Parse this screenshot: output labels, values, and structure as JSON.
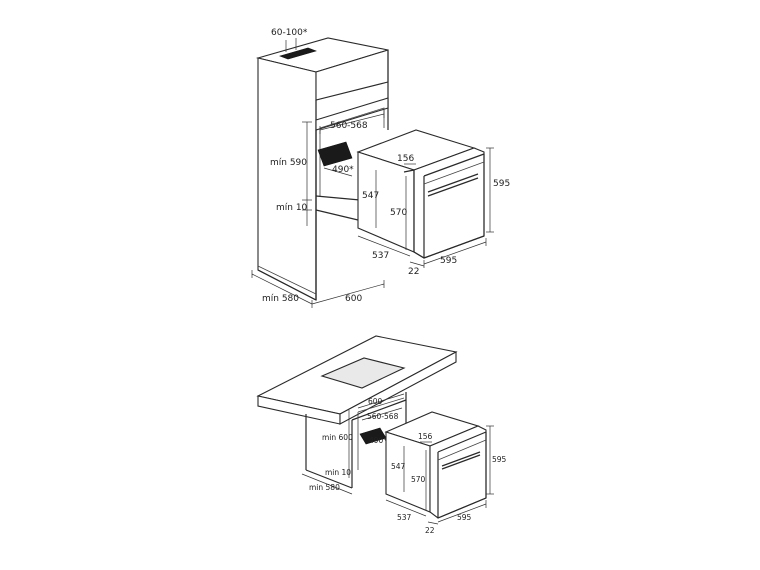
{
  "column_install": {
    "cooktop_gap": "60-100*",
    "niche_width": "560-568",
    "niche_height": "mín 590",
    "vent_depth": "490*",
    "bottom_gap": "mín 10",
    "cabinet_depth": "mín 580",
    "cabinet_width": "600",
    "oven_depth": "537",
    "oven_front_depth": "22",
    "oven_width": "595",
    "oven_height": "595",
    "oven_inner_height": "570",
    "oven_rear_height": "547",
    "oven_top_offset": "156"
  },
  "counter_install": {
    "cabinet_width": "600",
    "niche_width": "560-568",
    "niche_height": "min 600",
    "vent_depth": "490*",
    "bottom_gap": "min 10",
    "cabinet_depth": "min 580",
    "oven_depth": "537",
    "oven_front_depth": "22",
    "oven_width": "595",
    "oven_height": "595",
    "oven_inner_height": "570",
    "oven_rear_height": "547",
    "oven_top_offset": "156"
  }
}
